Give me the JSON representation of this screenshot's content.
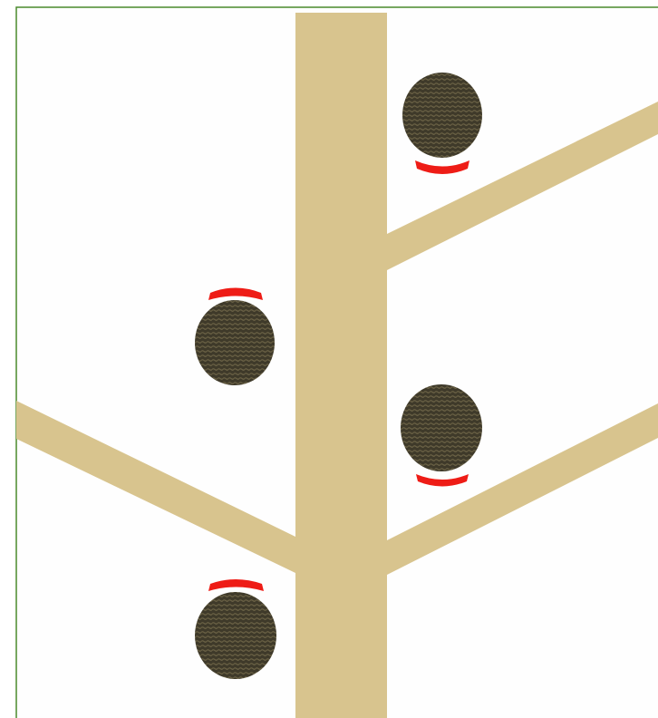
{
  "colors": {
    "frame": "#4a8a2c",
    "background": "#fefefe",
    "trunk": "#d8c48e",
    "branch": "#d8c48e",
    "node": "#3f3a2a",
    "node_texture": "#6f6648",
    "marker": "#ee1c16"
  },
  "diagram": {
    "branches": [
      {
        "name": "upper-right-branch",
        "side": "right"
      },
      {
        "name": "lower-right-branch",
        "side": "right"
      },
      {
        "name": "left-branch",
        "side": "left"
      }
    ],
    "nodes": [
      {
        "name": "node-upper-right",
        "side": "right",
        "marker_position": "below"
      },
      {
        "name": "node-middle-left",
        "side": "left",
        "marker_position": "above"
      },
      {
        "name": "node-middle-right",
        "side": "right",
        "marker_position": "below"
      },
      {
        "name": "node-lower-left",
        "side": "left",
        "marker_position": "above"
      }
    ]
  }
}
